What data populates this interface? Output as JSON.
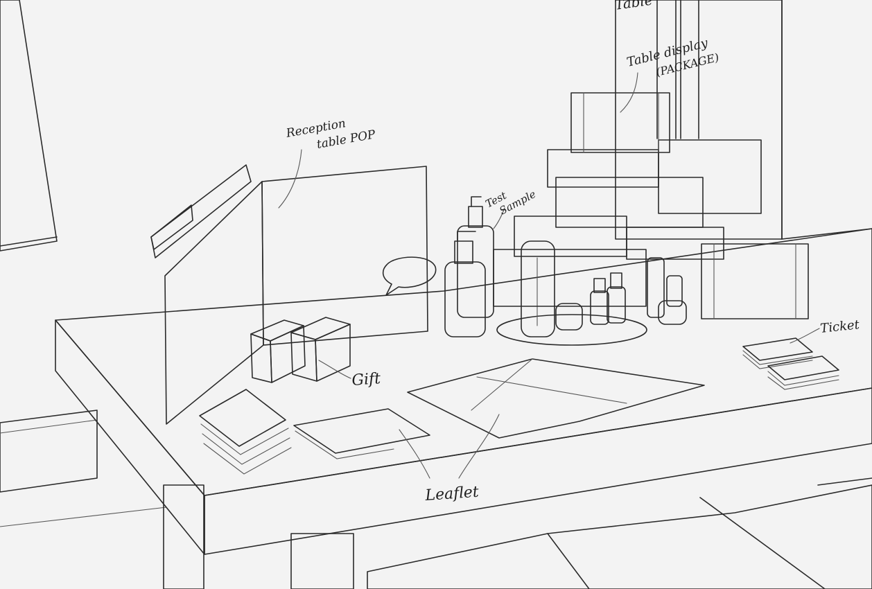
{
  "labels": {
    "top_partial": "Table",
    "table_display_line1": "Table display",
    "table_display_line2": "(PACKAGE)",
    "reception_line1": "Reception",
    "reception_line2": "table POP",
    "test_line1": "Test",
    "test_line2": "Sample",
    "gift": "Gift",
    "ticket": "Ticket",
    "leaflet": "Leaflet"
  },
  "colors": {
    "background": "#ececec",
    "wall": "#f4f4f4",
    "surface": "#ffffff",
    "ink": "#2a2a2a",
    "shade": "#dcdcdc"
  }
}
